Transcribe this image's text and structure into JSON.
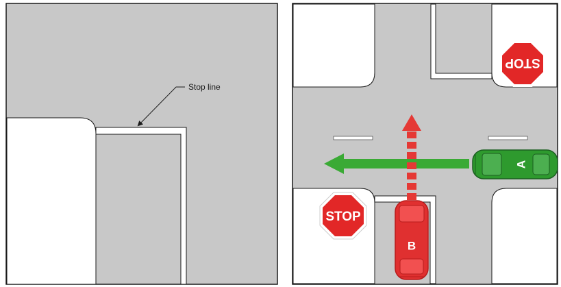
{
  "left_panel": {
    "callout_label": "Stop line"
  },
  "right_panel": {
    "stop_sign_top_text": "STOP",
    "stop_sign_bottom_text": "STOP",
    "car_a_label": "A",
    "car_b_label": "B"
  },
  "colors": {
    "road": "#c8c8c8",
    "lot": "#ffffff",
    "border": "#1a1a1a",
    "stop_red": "#e22727",
    "arrow_green": "#3aaa35",
    "car_green": "#2e9a2e",
    "car_red": "#e03030",
    "dashed_red": "#e53935"
  }
}
